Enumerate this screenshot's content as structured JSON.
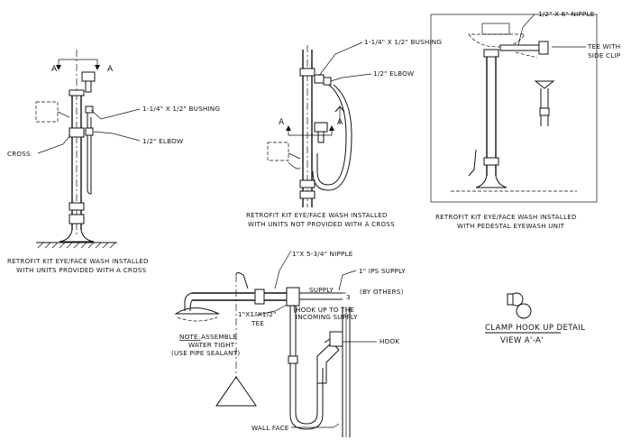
{
  "diagram_a": {
    "section_left": "A",
    "section_right": "A",
    "bushing": "1-1/4\" X 1/2\" BUSHING",
    "elbow": "1/2\" ELBOW",
    "cross": "CROSS",
    "caption_line1": "RETROFIT KIT EYE/FACE WASH INSTALLED",
    "caption_line2": "WITH UNITS PROVIDED WITH A CROSS"
  },
  "diagram_b": {
    "section_left": "A",
    "section_right": "A",
    "bushing": "1-1/4\" X 1/2\" BUSHING",
    "elbow": "1/2\" ELBOW",
    "caption_line1": "RETROFIT KIT EYE/FACE WASH INSTALLED",
    "caption_line2": "WITH UNITS NOT PROVIDED WITH A CROSS"
  },
  "diagram_c": {
    "nipple": "1/2\" X 6\" NIPPLE",
    "tee_line1": "TEE WITH",
    "tee_line2": "SIDE CLIP",
    "caption_line1": "RETROFIT KIT EYE/FACE WASH INSTALLED",
    "caption_line2": "WITH PEDESTAL EYEWASH UNIT"
  },
  "diagram_d": {
    "nipple": "1\"X 5-3/4\" NIPPLE",
    "ips_supply": "1\" IPS SUPPLY",
    "supply": "SUPPLY",
    "by_others": "(BY OTHERS)",
    "hook_up_line1": "HOOK UP TO THE",
    "hook_up_line2": "INCOMING SUPPLY",
    "tee_line1": "1\"X1\"X1/2\"",
    "tee_line2": "TEE",
    "note_label": "NOTE:",
    "note_line1": "ASSEMBLE",
    "note_line2": "WATER TIGHT",
    "note_line3": "(USE PIPE SEALANT)",
    "hook": "HOOK",
    "wall_face": "WALL FACE"
  },
  "clamp_detail": {
    "title": "CLAMP HOOK UP DETAIL",
    "view": "VIEW A'-A'"
  }
}
